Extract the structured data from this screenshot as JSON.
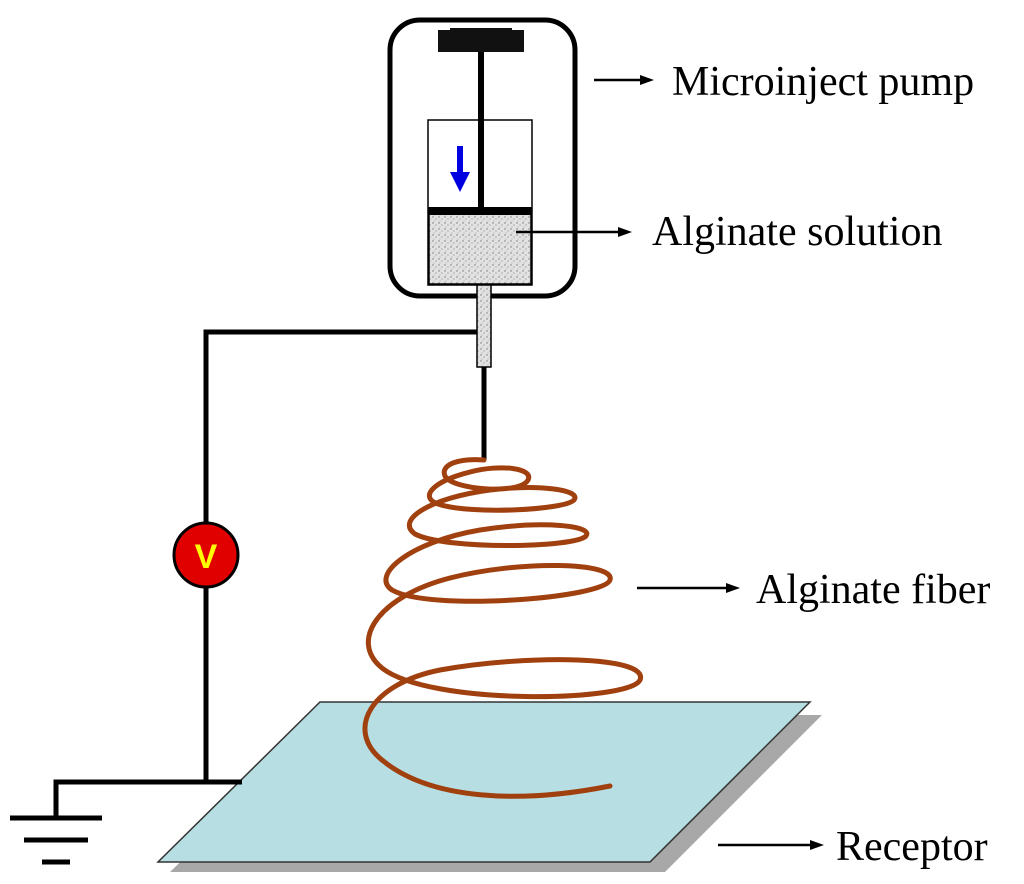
{
  "labels": {
    "pump": "Microinject pump",
    "solution": "Alginate solution",
    "fiber": "Alginate fiber",
    "receptor": "Receptor"
  },
  "voltmeter": {
    "symbol": "V"
  },
  "icons": {
    "flow_arrow": "down-arrow-icon",
    "ground": "ground-icon"
  },
  "colors": {
    "fiber": "#A0400F",
    "receptor": "#B7DFE3",
    "voltmeter_fill": "#E00000",
    "voltmeter_text": "#FFFF00",
    "flow_arrow": "#0000E0",
    "solution": "#DCDCDC"
  }
}
